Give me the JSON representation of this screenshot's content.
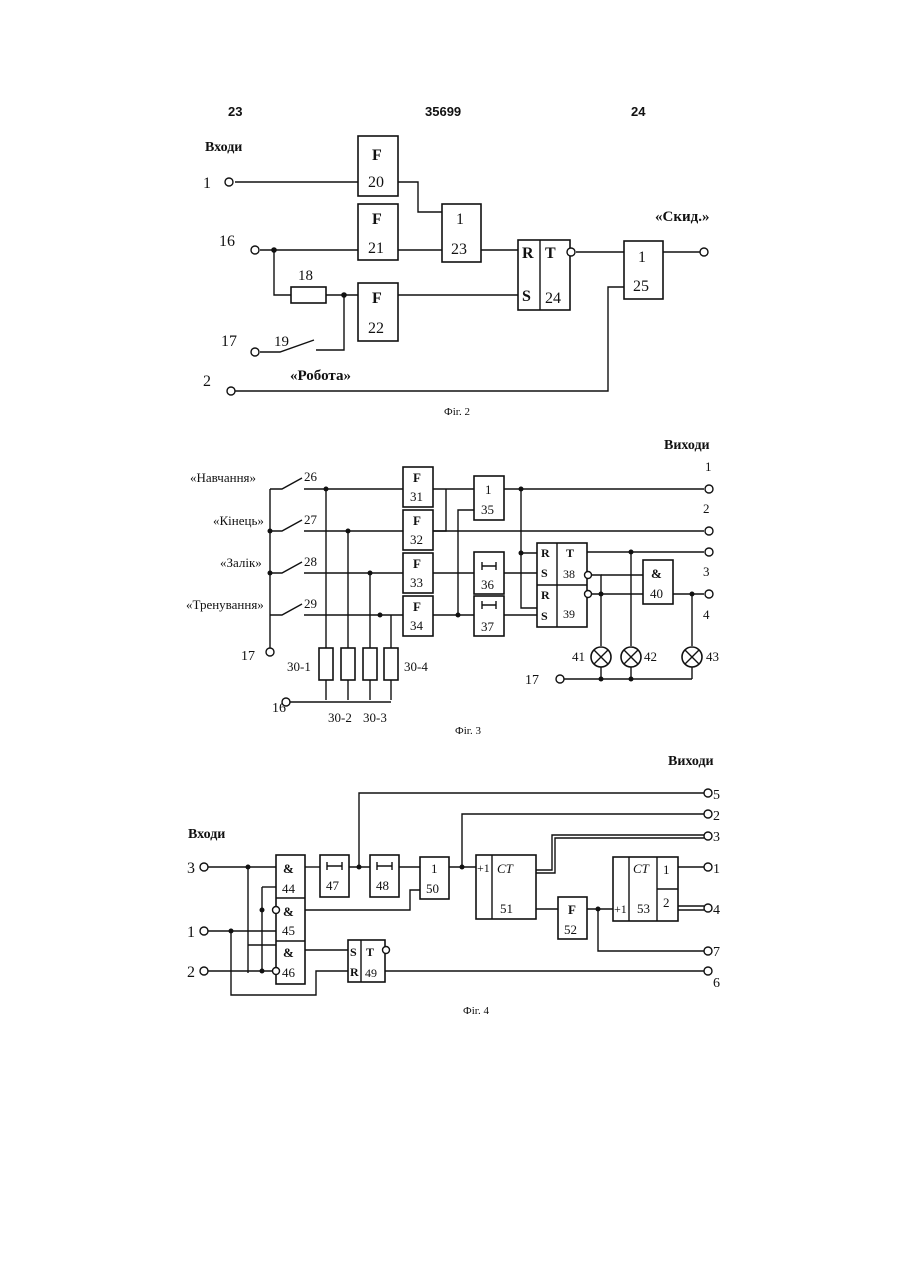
{
  "header": {
    "left_page": "23",
    "patent_number": "35699",
    "right_page": "24"
  },
  "fig2": {
    "caption": "Фіг. 2",
    "inputs_title": "Входи",
    "input_1": "1",
    "input_16": "16",
    "input_17": "17",
    "input_2": "2",
    "resistor_18": "18",
    "switch_19": "19",
    "label_robota": "«Робота»",
    "label_skyd": "«Скид.»",
    "blocks": {
      "f20": {
        "type": "F",
        "num": "20"
      },
      "f21": {
        "type": "F",
        "num": "21"
      },
      "f22": {
        "type": "F",
        "num": "22"
      },
      "or23": {
        "type": "1",
        "num": "23"
      },
      "t24": {
        "r": "R",
        "s": "S",
        "t": "T",
        "num": "24"
      },
      "or25": {
        "type": "1",
        "num": "25"
      }
    }
  },
  "fig3": {
    "caption": "Фіг. 3",
    "outputs_title": "Виходи",
    "mode_labels": [
      "«Навчання»",
      "«Кінець»",
      "«Залік»",
      "«Тренування»"
    ],
    "switch_nums": [
      "26",
      "27",
      "28",
      "29"
    ],
    "input_17": "17",
    "input_16": "16",
    "bottom_17": "17",
    "resistors": [
      "30-1",
      "30-2",
      "30-3",
      "30-4"
    ],
    "outputs": [
      "1",
      "2",
      "3",
      "4"
    ],
    "lamps": [
      "41",
      "42",
      "43"
    ],
    "blocks": {
      "f31": {
        "type": "F",
        "num": "31"
      },
      "f32": {
        "type": "F",
        "num": "32"
      },
      "f33": {
        "type": "F",
        "num": "33"
      },
      "f34": {
        "type": "F",
        "num": "34"
      },
      "or35": {
        "type": "1",
        "num": "35"
      },
      "d36": {
        "num": "36"
      },
      "d37": {
        "num": "37"
      },
      "t38": {
        "r": "R",
        "s": "S",
        "t": "T",
        "num": "38"
      },
      "t39": {
        "r": "R",
        "s": "S",
        "num": "39"
      },
      "and40": {
        "type": "&",
        "num": "40"
      }
    }
  },
  "fig4": {
    "caption": "Фіг. 4",
    "inputs_title": "Входи",
    "outputs_title": "Виходи",
    "inputs": [
      "3",
      "1",
      "2"
    ],
    "outputs": [
      "5",
      "2",
      "3",
      "1",
      "4",
      "7",
      "6"
    ],
    "blocks": {
      "and44": {
        "type": "&",
        "num": "44"
      },
      "and45": {
        "type": "&",
        "num": "45"
      },
      "and46": {
        "type": "&",
        "num": "46"
      },
      "d47": {
        "num": "47"
      },
      "d48": {
        "num": "48"
      },
      "t49": {
        "s": "S",
        "r": "R",
        "t": "T",
        "num": "49"
      },
      "or50": {
        "type": "1",
        "num": "50"
      },
      "ct51": {
        "plus": "+1",
        "type": "CT",
        "num": "51"
      },
      "f52": {
        "type": "F",
        "num": "52"
      },
      "ct53": {
        "plus": "+1",
        "type": "CT",
        "num": "53",
        "out1": "1",
        "out2": "2"
      }
    }
  }
}
